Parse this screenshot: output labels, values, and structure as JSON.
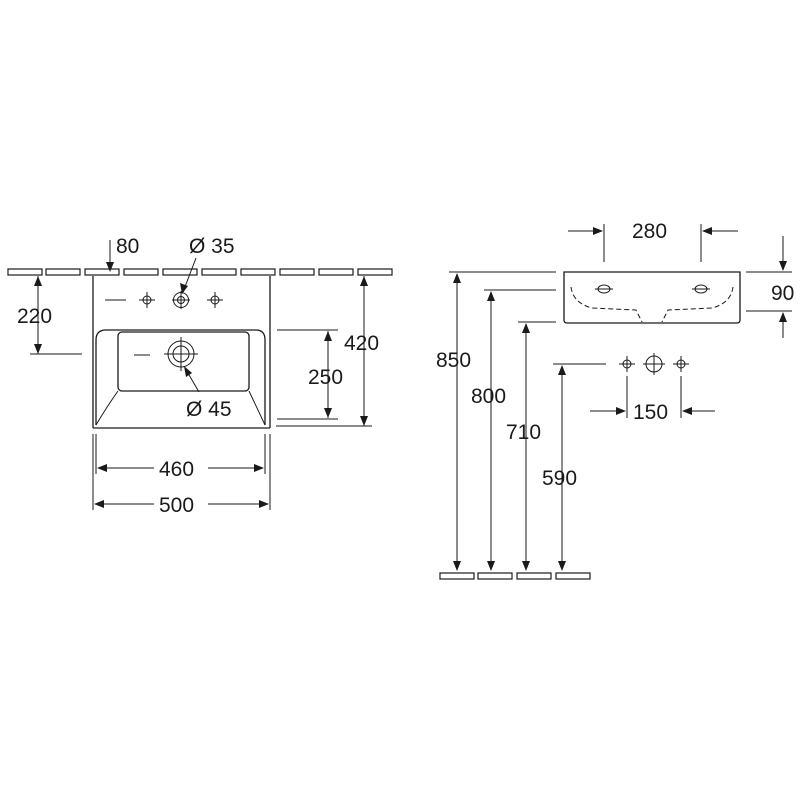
{
  "front_view": {
    "dim_tap_offset": "80",
    "dim_tap_hole": "Ø 35",
    "dim_tap_height": "220",
    "dim_depth": "420",
    "dim_bowl_depth": "250",
    "dim_waste": "Ø 45",
    "dim_inner_width": "460",
    "dim_outer_width": "500"
  },
  "side_view": {
    "dim_hole_spacing_top": "280",
    "dim_basin_height": "90",
    "dim_height_850": "850",
    "dim_height_800": "800",
    "dim_height_710": "710",
    "dim_height_590": "590",
    "dim_hole_spacing": "150"
  }
}
